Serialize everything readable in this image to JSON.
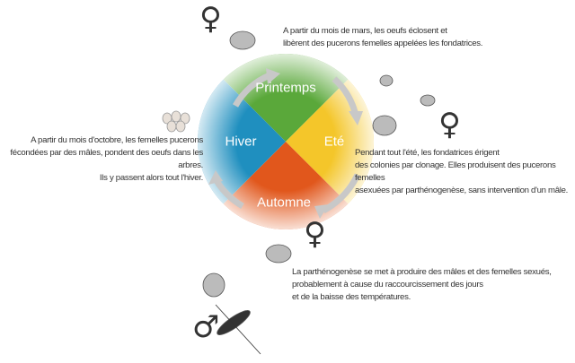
{
  "seasons": {
    "spring": "Printemps",
    "summer": "Eté",
    "autumn": "Automne",
    "winter": "Hiver"
  },
  "colors": {
    "spring": "#5aa83a",
    "summer": "#f4c62a",
    "autumn": "#e1571c",
    "winter": "#1f8fbf",
    "arrow": "#c8c8c8"
  },
  "texts": {
    "spring": [
      "A partir du mois de mars, les oeufs éclosent et",
      "libèrent des pucerons femelles appelées les fondatrices."
    ],
    "summer": [
      "Pendant tout l'été, les fondatrices érigent",
      "des colonies par clonage. Elles produisent des pucerons femelles",
      "asexuées par parthénogenèse, sans intervention d'un mâle."
    ],
    "autumn": [
      "La parthénogenèse se met à produire des mâles et des femelles sexués,",
      "probablement à cause du raccourcissement des jours",
      "et de la baisse des températures."
    ],
    "winter": [
      "A partir du mois d'octobre, les femelles pucerons",
      "fécondées par des mâles, pondent des oeufs dans les arbres.",
      "Ils y passent alors tout l'hiver."
    ]
  },
  "symbols": {
    "female": "♀",
    "male": "♂"
  }
}
